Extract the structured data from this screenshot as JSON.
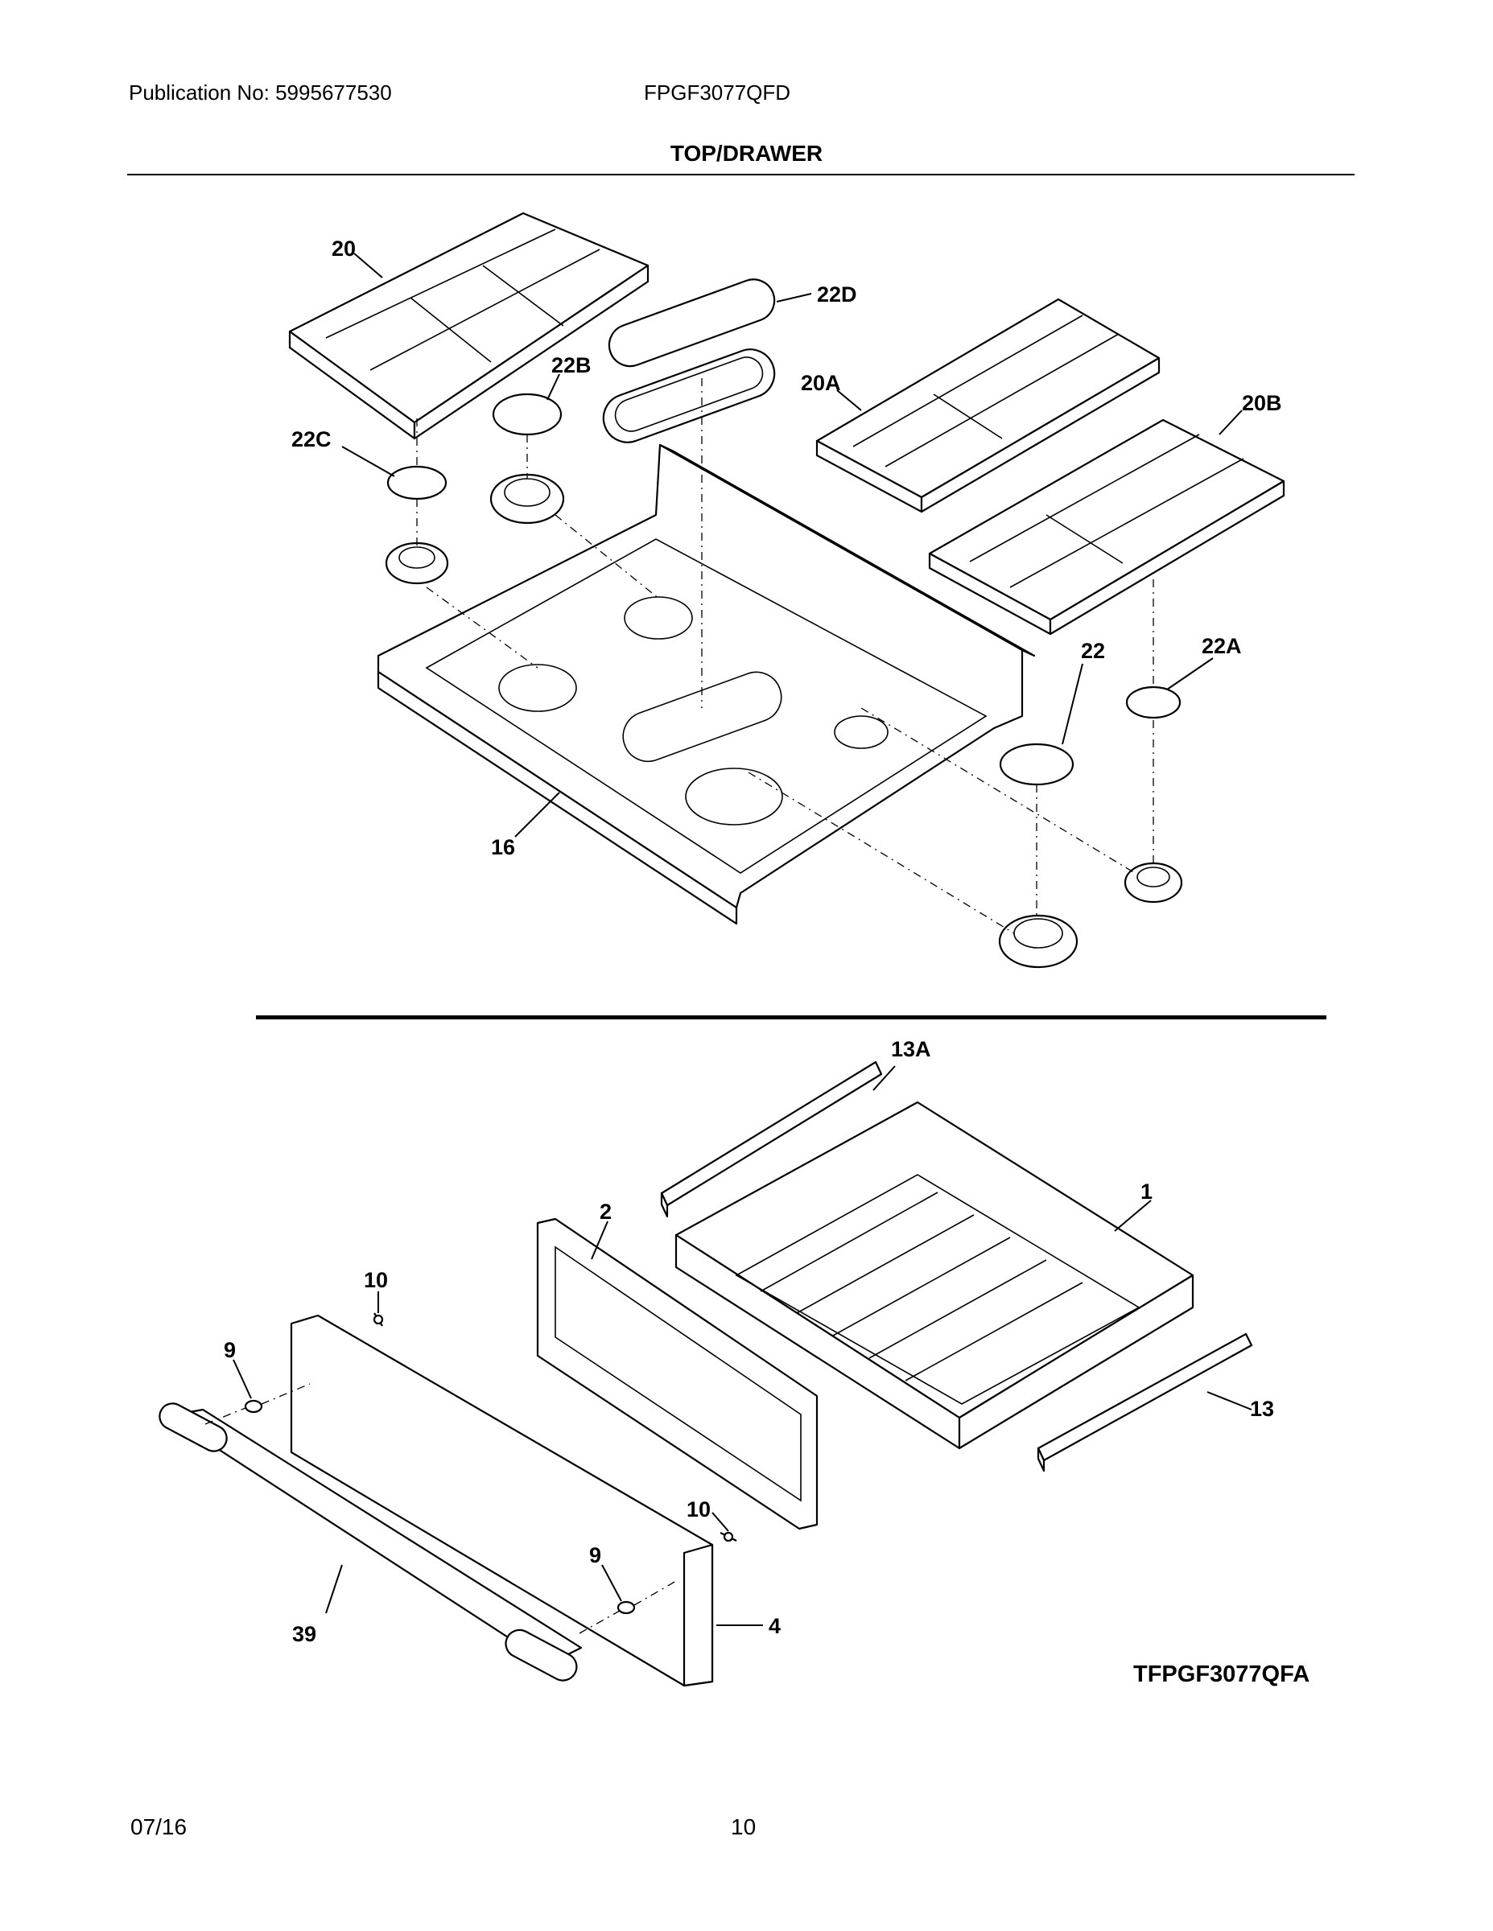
{
  "header": {
    "publication": "Publication No: 5995677530",
    "model": "FPGF3077QFD",
    "section_title": "TOP/DRAWER"
  },
  "callouts": {
    "c20": "20",
    "c22D": "22D",
    "c22B": "22B",
    "c20A": "20A",
    "c20B": "20B",
    "c22C": "22C",
    "c22": "22",
    "c22A": "22A",
    "c16": "16",
    "c13A": "13A",
    "c1": "1",
    "c2": "2",
    "c10a": "10",
    "c9a": "9",
    "c13": "13",
    "c10b": "10",
    "c9b": "9",
    "c39": "39",
    "c4": "4"
  },
  "figure_id": "TFPGF3077QFA",
  "footer": {
    "date": "07/16",
    "page": "10"
  }
}
